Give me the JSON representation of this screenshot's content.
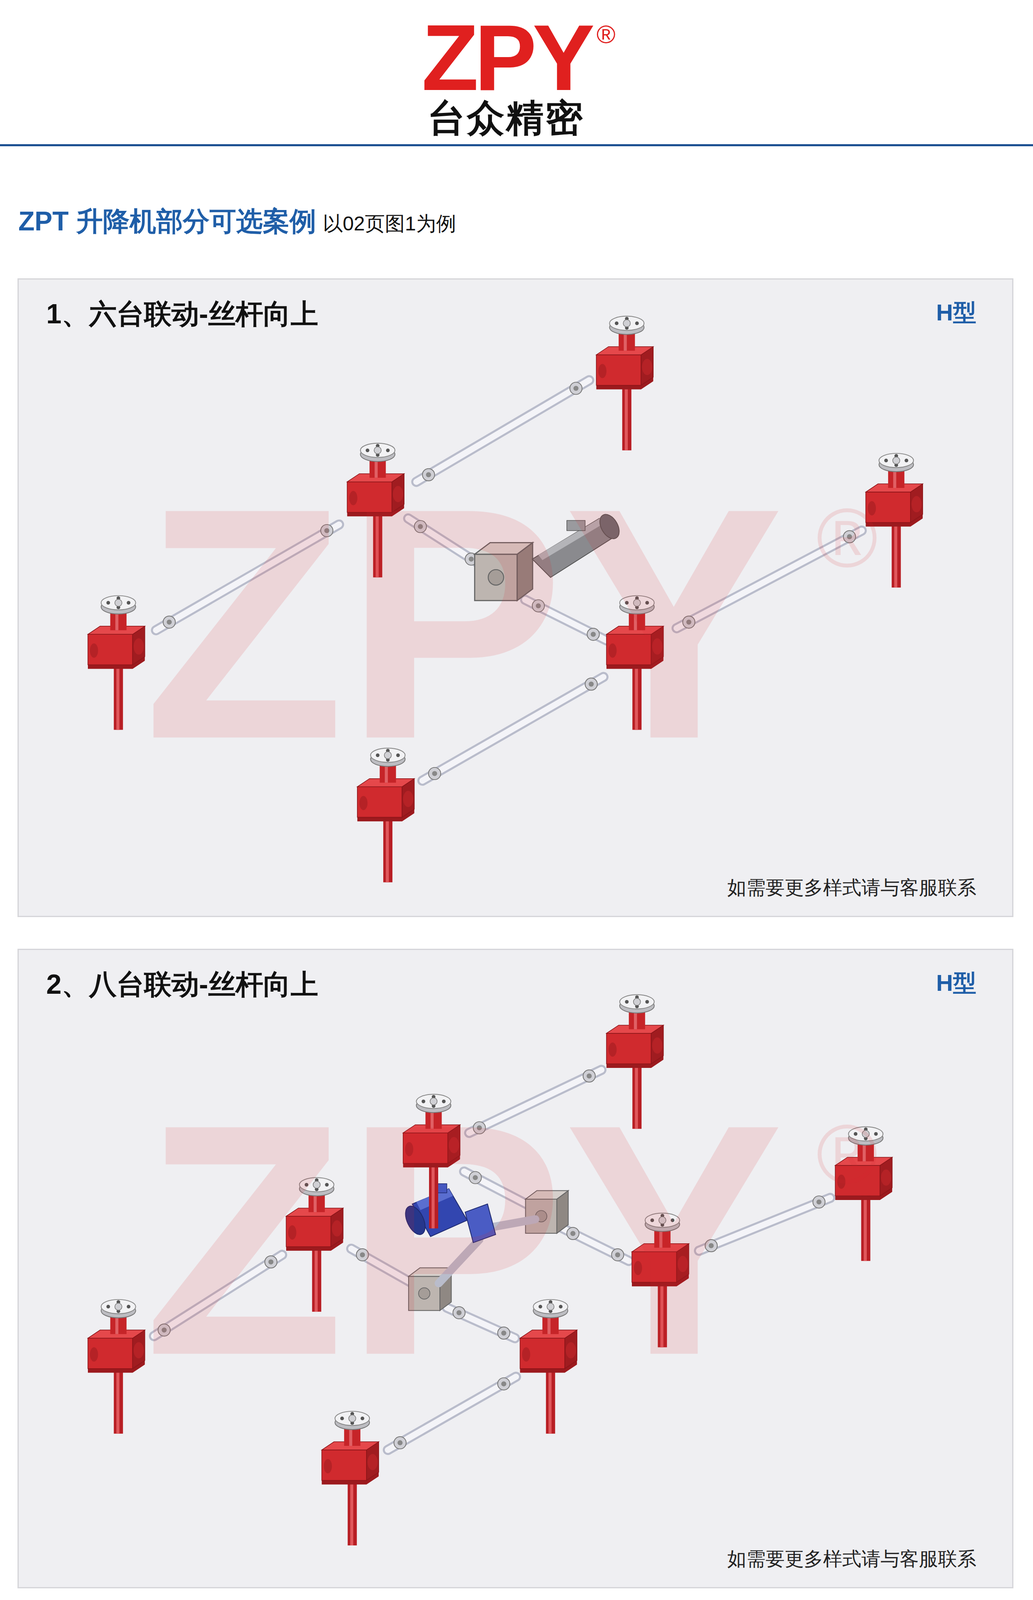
{
  "diagram": {
    "title": "ZPT 升降机部分可选案例",
    "nodes": [
      {
        "text": [
          "1、六台联动-丝杆向上",
          "H型",
          "如需要更多样式请与客服联系"
        ]
      },
      {
        "text": [
          "2、八台联动-丝杆向上",
          "H型",
          "如需要更多样式请与客服联系"
        ]
      }
    ],
    "labels": [
      "ZPY",
      "®",
      "台众精密",
      "以02页图1为例",
      "ZPY",
      "®",
      "ZPY",
      "®"
    ]
  }
}
